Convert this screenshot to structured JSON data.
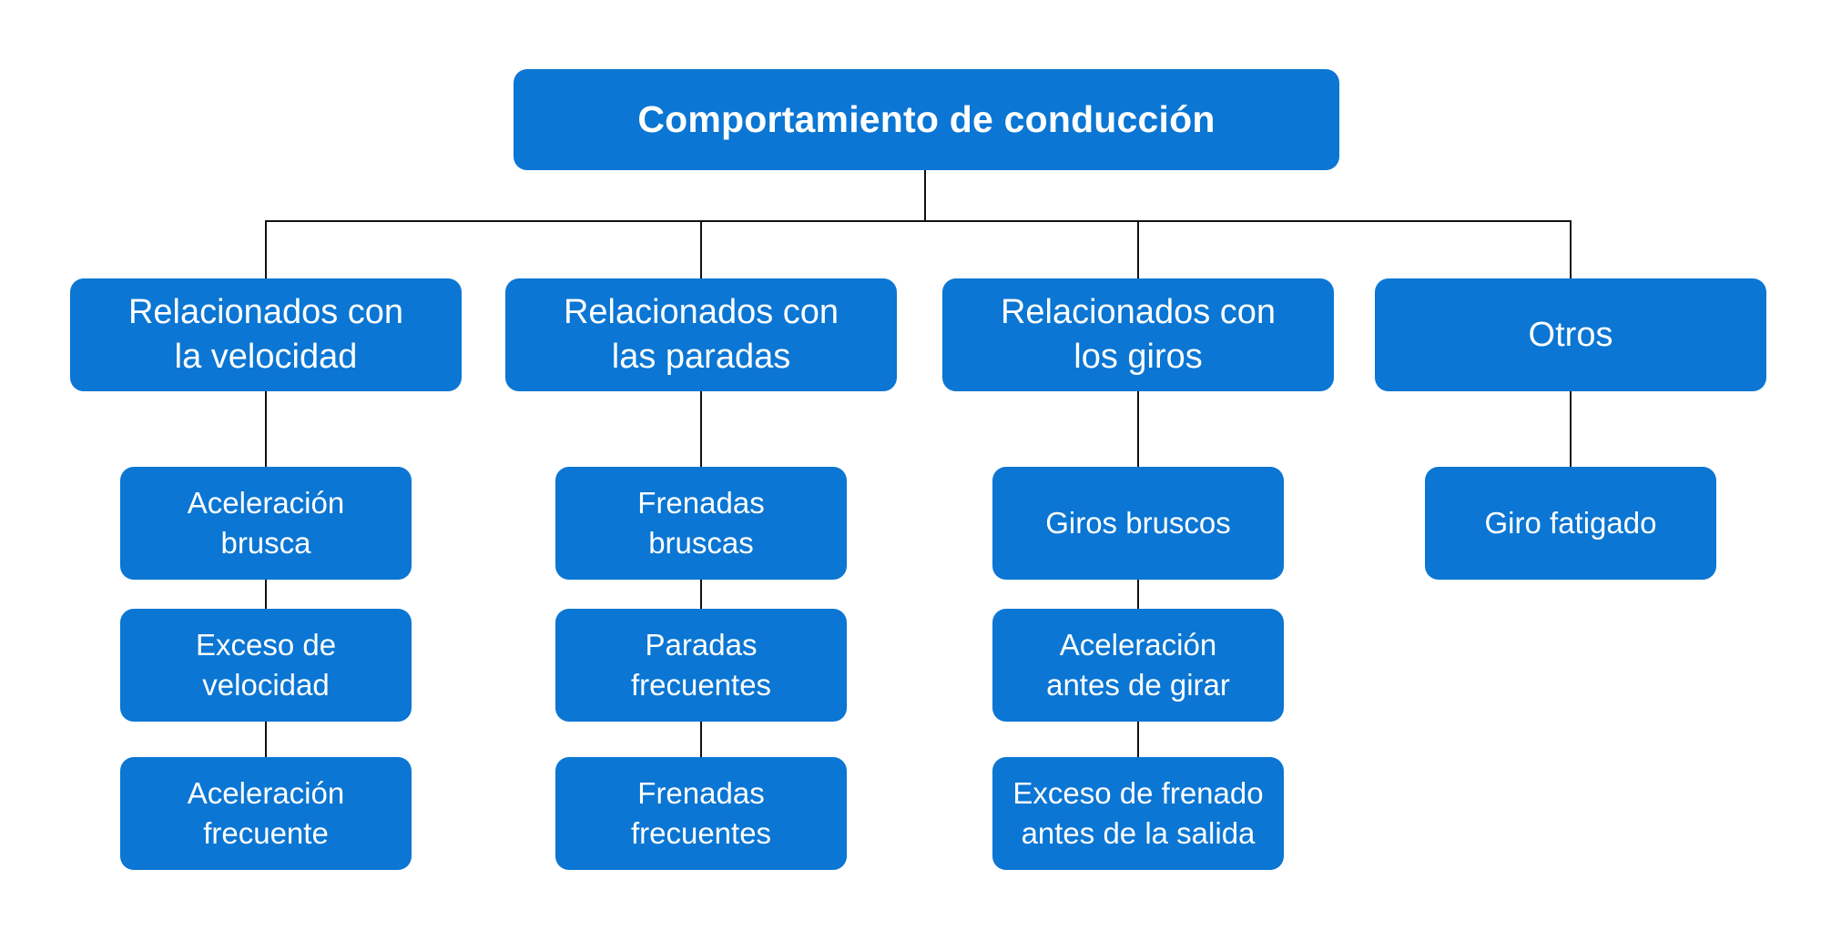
{
  "diagram": {
    "type": "tree",
    "title": "Comportamiento de conducción",
    "colors": {
      "node_fill": "#0B76D3",
      "node_text": "#FFFFFF",
      "connector": "#111111",
      "background": "#FFFFFF"
    },
    "root": {
      "label": "Comportamiento de conducción"
    },
    "branches": [
      {
        "label": "Relacionados con\nla velocidad",
        "children": [
          {
            "label": "Aceleración\nbrusca"
          },
          {
            "label": "Exceso de\nvelocidad"
          },
          {
            "label": "Aceleración\nfrecuente"
          }
        ]
      },
      {
        "label": "Relacionados con\nlas paradas",
        "children": [
          {
            "label": "Frenadas\nbruscas"
          },
          {
            "label": "Paradas\nfrecuentes"
          },
          {
            "label": "Frenadas\nfrecuentes"
          }
        ]
      },
      {
        "label": "Relacionados con\nlos giros",
        "children": [
          {
            "label": "Giros bruscos"
          },
          {
            "label": "Aceleración\nantes de girar"
          },
          {
            "label": "Exceso de frenado\nantes de la salida"
          }
        ]
      },
      {
        "label": "Otros",
        "children": [
          {
            "label": "Giro fatigado"
          }
        ]
      }
    ]
  }
}
